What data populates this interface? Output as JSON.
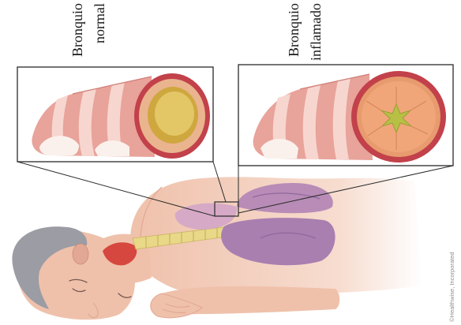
{
  "labels": {
    "normal_bronchus": {
      "line1": "Bronquio",
      "line2": "normal"
    },
    "inflamed_bronchus": {
      "line1": "Bronquio",
      "line2": "inflamado"
    }
  },
  "credit": "©Healthwise, Incorporated",
  "palette": {
    "skin": "#efc1ab",
    "skin_shadow": "#e2a895",
    "skin_fade": "#f7ddd0",
    "hair": "#9c9ca4",
    "mouth": "#d6473f",
    "trachea": "#e8d888",
    "lung": "#b88cb7",
    "lung_lower": "#a97fb0",
    "lung_pink": "#d6a9c6",
    "outline": "#2a2a2a",
    "bronchus_wall": "#e8a39b",
    "bronchus_band": "#f7d6cf",
    "cartilage": "#fbf1ec",
    "wall_outer": "#c2414a",
    "wall_inner_normal": "#eab48f",
    "lumen_normal": "#cfa73f",
    "lumen_normal_light": "#e3c766",
    "wall_inner_inflamed": "#e79b6e",
    "tissue_inflamed": "#f0a679",
    "lumen_narrow": "#b7bf45"
  }
}
